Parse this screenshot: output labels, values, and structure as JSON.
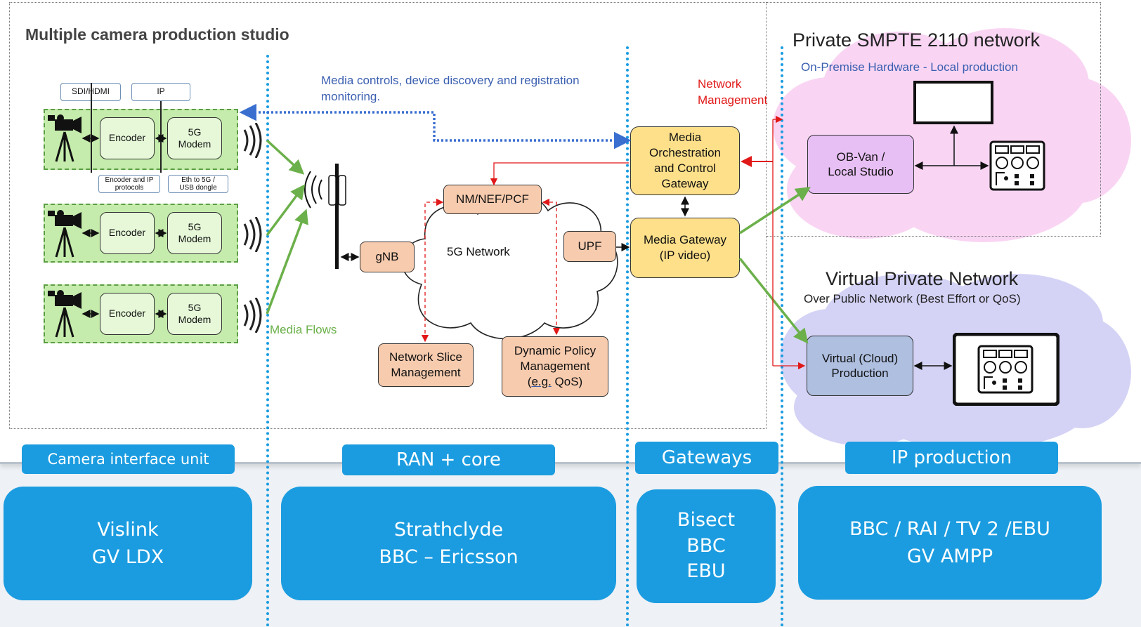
{
  "studio": {
    "title": "Multiple camera production studio",
    "interface_tags": [
      "SDI/HDMI",
      "IP"
    ],
    "protocol_tags": [
      "Encoder and IP protocols",
      "Eth to 5G / USB dongle"
    ],
    "encoder_label": "Encoder",
    "modem_label": "5G Modem",
    "media_flows": "Media Flows"
  },
  "core": {
    "media_controls": "Media controls, device discovery and registration monitoring.",
    "nm_nef_pcf": "NM/NEF/PCF",
    "gnb": "gNB",
    "network_name": "5G Network",
    "upf": "UPF",
    "slice_mgmt": "Network Slice Management",
    "policy_mgmt_main": "Dynamic Policy Management",
    "policy_mgmt_eg": "e.g.",
    "policy_mgmt_qos": " QoS)"
  },
  "gateways": {
    "network_management": "Network Management",
    "orchestration": "Media Orchestration and Control Gateway",
    "media_gateway": "Media Gateway (IP video)"
  },
  "private_network": {
    "title": "Private SMPTE 2110 network",
    "subtitle": "On-Premise Hardware - Local production",
    "ob_van": "OB-Van / Local Studio"
  },
  "vpn": {
    "title": "Virtual Private Network",
    "subtitle": "Over Public Network (Best Effort or QoS)",
    "cloud_production": "Virtual (Cloud) Production"
  },
  "categories": {
    "camera_interface": "Camera interface unit",
    "ran_core": "RAN + core",
    "gateways": "Gateways",
    "ip_production": "IP production"
  },
  "partners": {
    "camera": [
      "Vislink",
      "GV LDX"
    ],
    "ran": [
      "Strathclyde",
      "BBC – Ericsson"
    ],
    "gateways": [
      "Bisect",
      "BBC",
      "EBU"
    ],
    "ip": [
      "BBC / RAI / TV 2 /EBU",
      "GV AMPP"
    ]
  },
  "colors": {
    "accent_blue": "#1b9ce0",
    "flow_green": "#6bb04a",
    "mgmt_red": "#e11818",
    "control_blue": "#3a6fd0"
  }
}
